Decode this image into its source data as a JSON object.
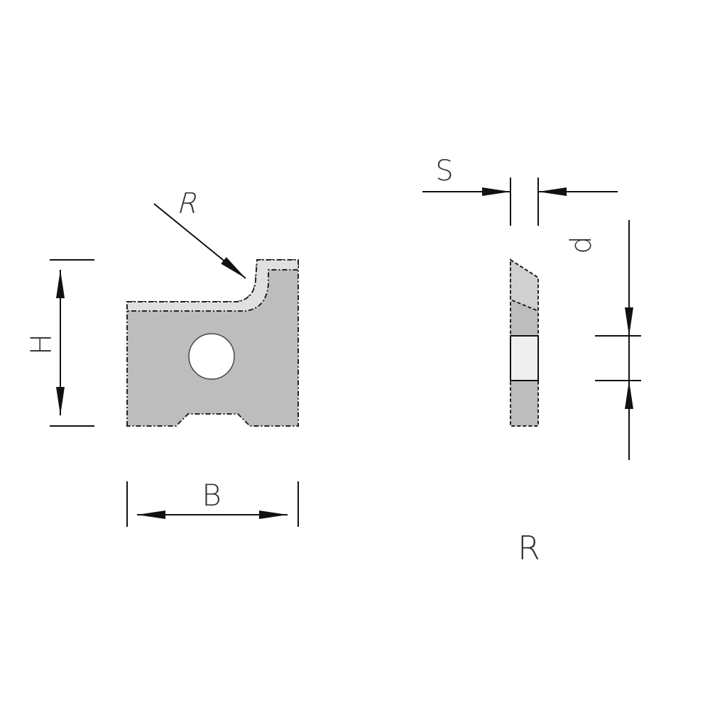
{
  "labels": {
    "radius_arrow": "R",
    "height": "H",
    "width": "B",
    "thickness": "S",
    "hole_diameter": "d",
    "profile_type": "R"
  },
  "colors": {
    "body_fill": "#bdbdbd",
    "cutting_edge_fill": "#e0e0e0",
    "hole_fill": "#ffffff",
    "line": "#111111"
  }
}
